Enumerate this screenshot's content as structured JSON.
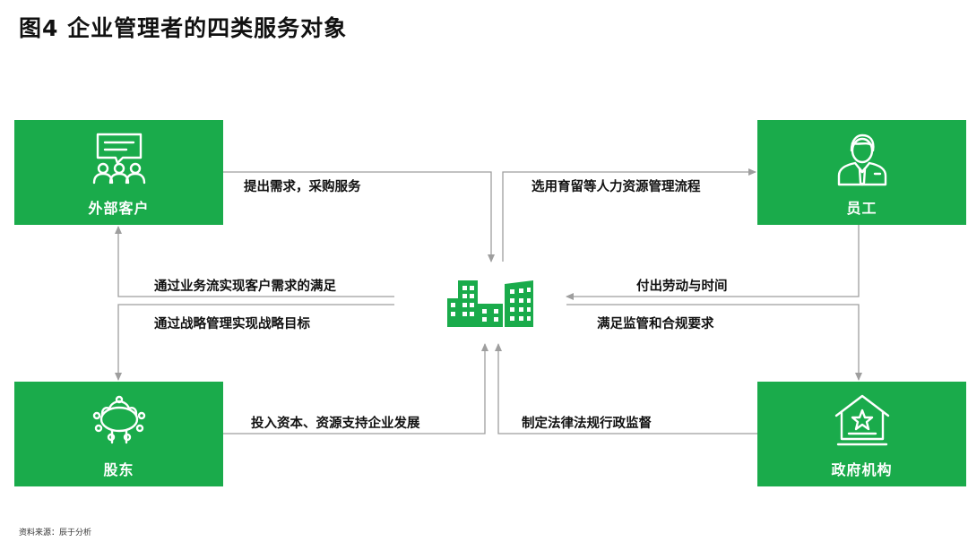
{
  "title": "图4  企业管理者的四类服务对象",
  "nodes": {
    "top_left": {
      "label": "外部客户",
      "icon": "customers-icon"
    },
    "top_right": {
      "label": "员工",
      "icon": "employee-icon"
    },
    "bottom_left": {
      "label": "股东",
      "icon": "boardroom-icon"
    },
    "bottom_right": {
      "label": "政府机构",
      "icon": "government-icon"
    },
    "center": {
      "icon": "company-buildings-icon"
    }
  },
  "edges": {
    "customer_to_company": "提出需求，采购服务",
    "company_to_customer": "通过业务流实现客户需求的满足",
    "company_to_shareholder": "通过战略管理实现战略目标",
    "shareholder_to_company": "投入资本、资源支持企业发展",
    "company_to_employee": "选用育留等人力资源管理流程",
    "employee_to_company": "付出劳动与时间",
    "company_to_government": "满足监管和合规要求",
    "government_to_company": "制定法律法规行政监督"
  },
  "source": "资料来源：辰于分析",
  "colors": {
    "accent": "#1aab4b",
    "line": "#9e9e9e"
  }
}
